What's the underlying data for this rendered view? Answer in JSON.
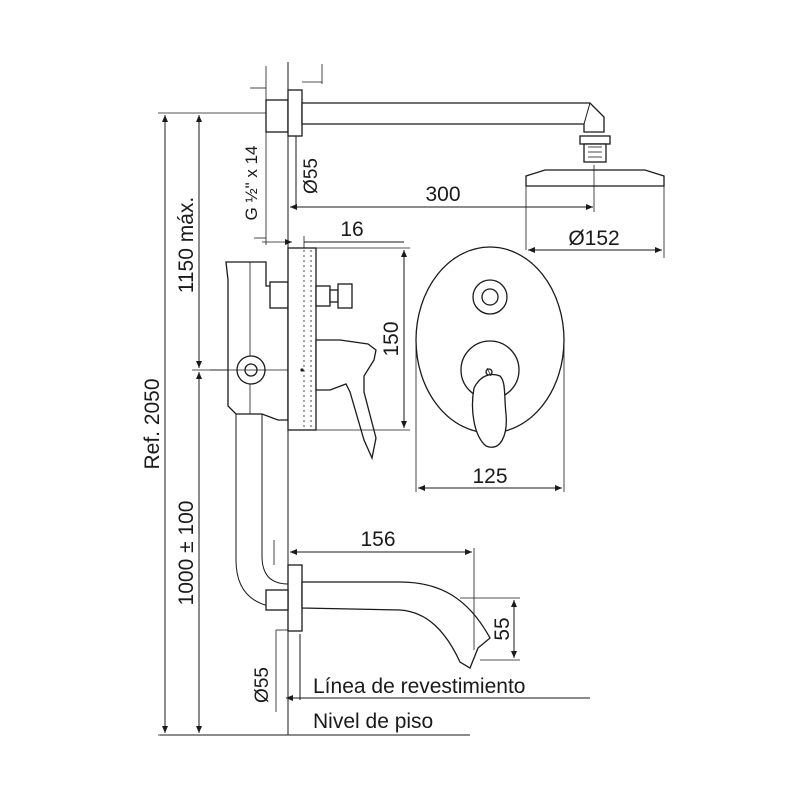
{
  "dimensions": {
    "overall_height": "Ref. 2050",
    "shower_arm_height": "1150 máx.",
    "mixer_height": "1000 ± 100",
    "connection_thread": "G ½\" x 14",
    "wall_flange_upper_diameter": "Ø55",
    "shower_arm_length": "300",
    "shower_head_diameter": "Ø152",
    "plate_depth": "16",
    "plate_height": "150",
    "plate_width": "125",
    "spout_length": "156",
    "spout_drop": "55",
    "wall_flange_lower_diameter": "Ø55"
  },
  "reference_lines": {
    "finish_line": "Línea de revestimiento",
    "floor_level": "Nivel de piso"
  },
  "colors": {
    "line": "#1a1a1a",
    "background": "#ffffff"
  }
}
